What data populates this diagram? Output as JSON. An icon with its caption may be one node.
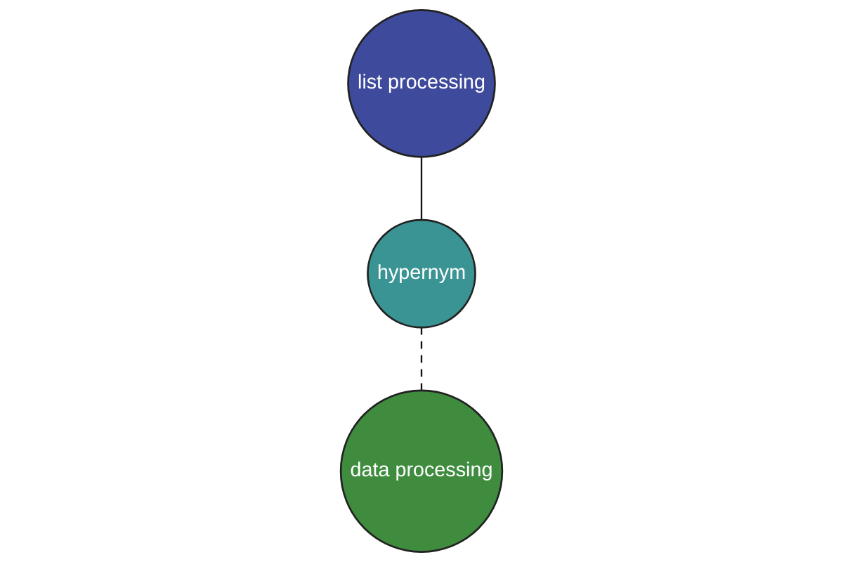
{
  "diagram": {
    "nodes": [
      {
        "text": [
          "list processing"
        ]
      },
      {
        "text": [
          "hypernym"
        ]
      },
      {
        "text": [
          "data processing"
        ]
      }
    ],
    "edges": [
      {
        "from": 0,
        "to": 1,
        "arrow": "none"
      },
      {
        "from": 1,
        "to": 2,
        "arrow": "none",
        "style": "dashed"
      }
    ]
  }
}
